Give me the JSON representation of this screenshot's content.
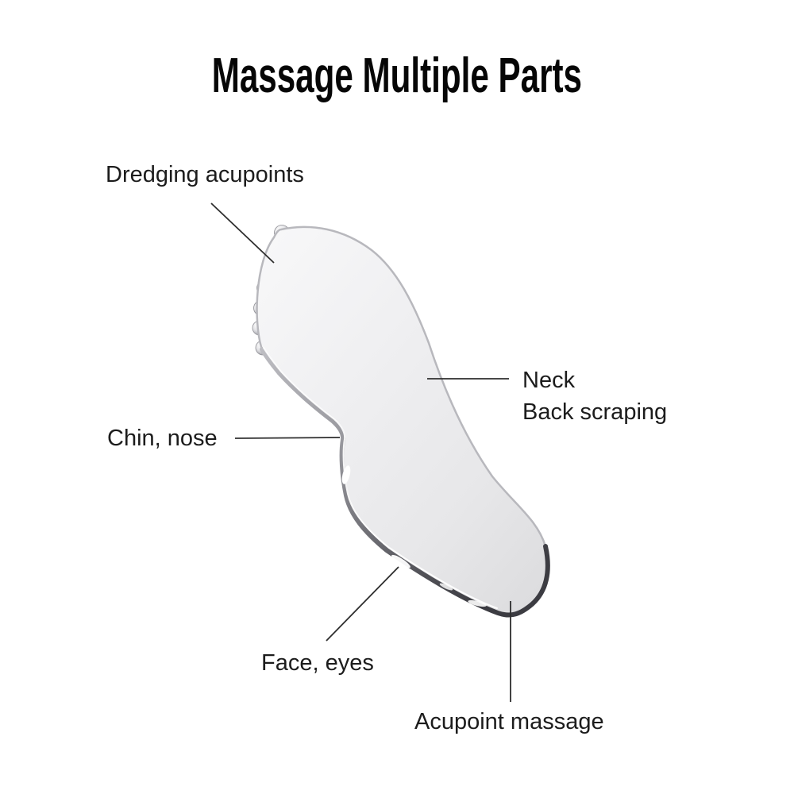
{
  "title": {
    "text": "Massage Multiple Parts"
  },
  "annotations": {
    "dredging": {
      "label": "Dredging acupoints"
    },
    "chin": {
      "label": "Chin, nose"
    },
    "neck": {
      "lines": [
        "Neck",
        "Back scraping"
      ]
    },
    "face": {
      "label": "Face, eyes"
    },
    "acupoint": {
      "label": "Acupoint massage"
    }
  },
  "product": {
    "bead_count": 7
  },
  "colors": {
    "background": "#ffffff",
    "title_text": "#060606",
    "label_text": "#1c1c1c",
    "leader_line": "#2e2e2e",
    "tool_body_light": "#f7f7f8",
    "tool_body_dark": "#dedee0",
    "tool_rim_light": "#c9c9ce",
    "tool_rim_dark": "#46464b"
  }
}
